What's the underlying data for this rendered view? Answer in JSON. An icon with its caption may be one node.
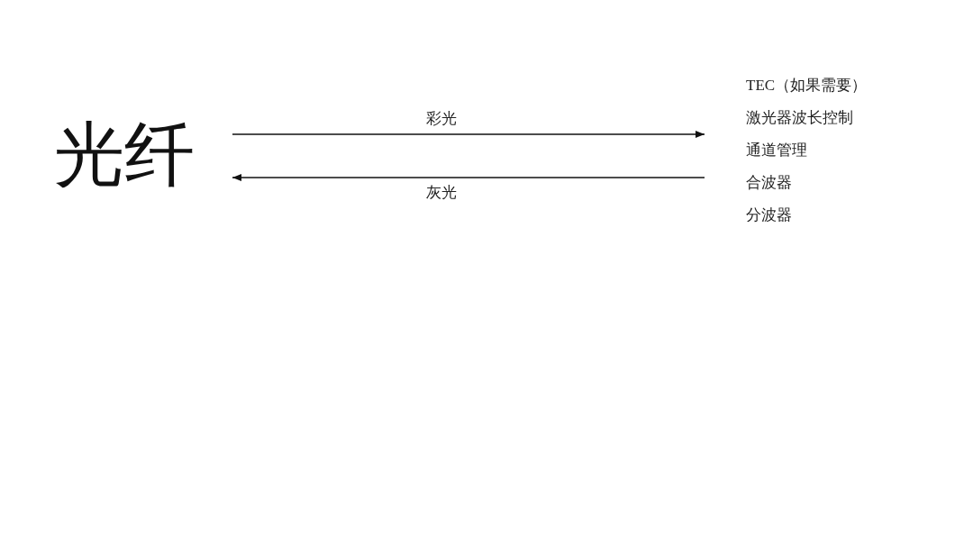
{
  "diagram": {
    "nodes": [
      {
        "text": [
          "光纤"
        ]
      },
      {
        "text": [
          "TEC（如果需要）",
          "激光器波长控制",
          "通道管理",
          "合波器",
          "分波器"
        ]
      }
    ],
    "edges": [
      {
        "from": 0,
        "to": 1,
        "arrow": "to",
        "label": "彩光"
      },
      {
        "from": 1,
        "to": 0,
        "arrow": "to",
        "label": "灰光"
      }
    ]
  }
}
